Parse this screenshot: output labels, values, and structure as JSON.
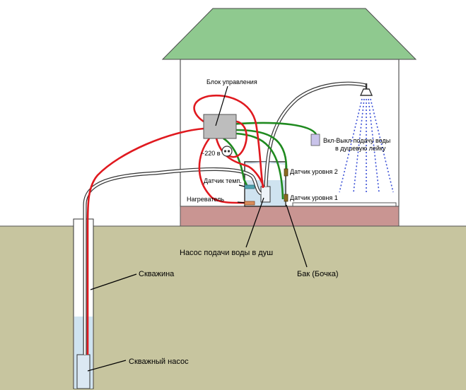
{
  "labels": {
    "control_unit": "Блок управления",
    "mains": "~220 в",
    "temp_sensor": "Датчик темп.",
    "heater": "Нагреватель",
    "level_sensor_2": "Датчик уровня 2",
    "level_sensor_1": "Датчик уровня 1",
    "shower_switch_line1": "Вкл-Выкл подачу воды",
    "shower_switch_line2": "в душевую лейку",
    "shower_pump": "Насос подачи воды в душ",
    "tank": "Бак (Бочка)",
    "well": "Скважина",
    "well_pump": "Скважный насос"
  },
  "colors": {
    "roof": "#8fc98f",
    "ground": "#c7c59f",
    "foundation": "#c99592",
    "wire_red": "#e0191f",
    "wire_green": "#1f8a1f",
    "water": "#cfe3f0",
    "shower_spray": "#3a4fd6",
    "control_box": "#bdbdbd",
    "switch": "#c9c3ea"
  }
}
